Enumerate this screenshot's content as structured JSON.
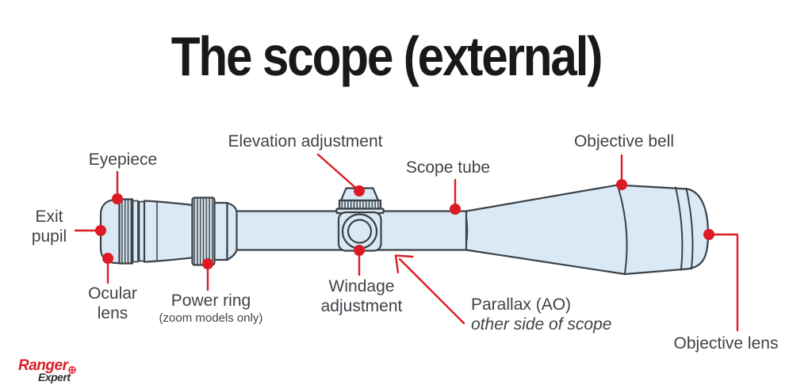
{
  "title": "The scope (external)",
  "diagram": {
    "labels": {
      "eyepiece": "Eyepiece",
      "exit_pupil": "Exit pupil",
      "ocular_lens": "Ocular lens",
      "power_ring": "Power ring",
      "power_ring_note": "(zoom models only)",
      "elevation_adjustment": "Elevation adjustment",
      "scope_tube": "Scope tube",
      "windage_adjustment": "Windage adjustment",
      "parallax": "Parallax (AO)",
      "parallax_note": "other side of scope",
      "objective_bell": "Objective bell",
      "objective_lens": "Objective lens"
    },
    "colors": {
      "body_fill": "#d9eaf6",
      "outline": "#3b4146",
      "callout_red": "#dd1b24",
      "label_text": "#3e4348",
      "title_text": "#17191b"
    }
  },
  "branding": {
    "name_top": "Ranger",
    "name_bottom": "Expert"
  }
}
